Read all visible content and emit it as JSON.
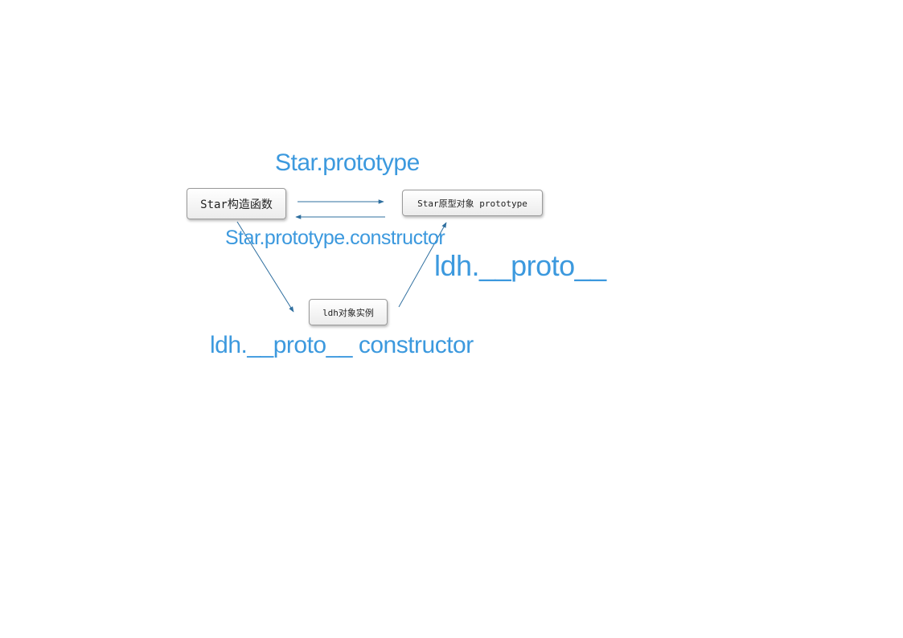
{
  "nodes": {
    "constructor": "Star构造函数",
    "prototype": "Star原型对象 prototype",
    "instance": "ldh对象实例"
  },
  "labels": {
    "prototype": "Star.prototype",
    "constructor": "Star.prototype.constructor",
    "proto_up": "ldh.__proto__",
    "proto_constructor": "ldh.__proto__ constructor"
  },
  "colors": {
    "label": "#3c99de",
    "arrow": "#2f6f9f"
  }
}
